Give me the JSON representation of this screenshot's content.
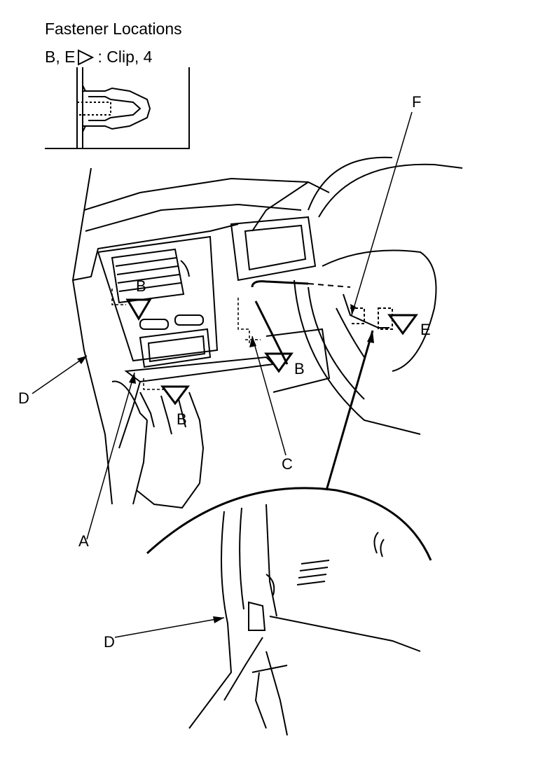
{
  "header": {
    "title": "Fastener Locations",
    "legend_keys": "B, E",
    "legend_text": ": Clip, 4",
    "legend_icon": "triangle-outline-icon"
  },
  "callouts": {
    "A": "A",
    "B": "B",
    "C": "C",
    "D": "D",
    "E": "E",
    "F": "F"
  },
  "colors": {
    "ink": "#000000",
    "paper": "#ffffff"
  }
}
